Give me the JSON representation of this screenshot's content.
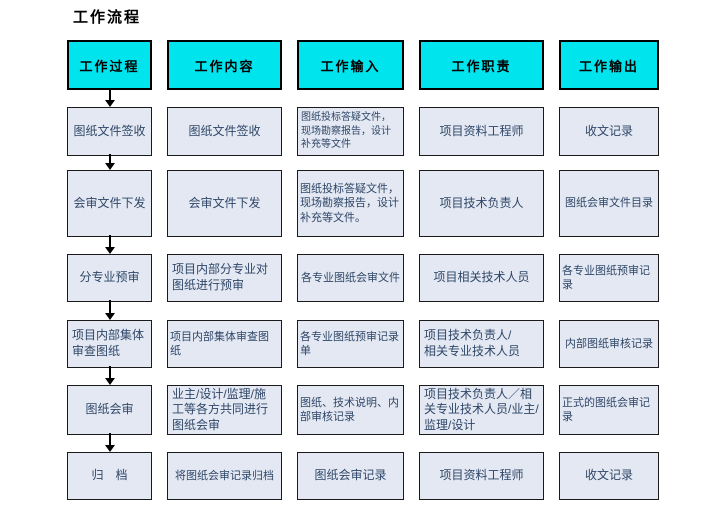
{
  "title": "工作流程",
  "colors": {
    "header_bg": "#00e4ee",
    "header_border": "#000000",
    "header_text": "#000000",
    "cell_bg": "#e3e8f2",
    "cell_border": "#1a1a1a",
    "cell_text": "#2f4668",
    "arrow": "#000000"
  },
  "columns": [
    {
      "header": "工作过程",
      "cells": [
        "图纸文件签收",
        "会审文件下发",
        "分专业预审",
        "项目内部集体审查图纸",
        "图纸会审",
        "归　档"
      ]
    },
    {
      "header": "工作内容",
      "cells": [
        "图纸文件签收",
        "会审文件下发",
        "项目内部分专业对图纸进行预审",
        "项目内部集体审查图纸",
        "业主/设计/监理/施工等各方共同进行图纸会审",
        "将图纸会审记录归档"
      ]
    },
    {
      "header": "工作输入",
      "cells": [
        "图纸投标答疑文件，现场勘察报告，设计补充等文件",
        "图纸投标答疑文件，现场勘察报告，设计补充等文件。",
        "各专业图纸会审文件",
        "各专业图纸预审记录单",
        "图纸、技术说明、内部审核记录",
        "图纸会审记录"
      ]
    },
    {
      "header": "工作职责",
      "cells": [
        "项目资料工程师",
        "项目技术负责人",
        "项目相关技术人员",
        "项目技术负责人/\n相关专业技术人员",
        "项目技术负责人／相关专业技术人员/业主/监理/设计",
        "项目资料工程师"
      ]
    },
    {
      "header": "工作输出",
      "cells": [
        "收文记录",
        "图纸会审文件目录",
        "各专业图纸预审记录",
        "内部图纸审核记录",
        "正式的图纸会审记录",
        "收文记录"
      ]
    }
  ]
}
